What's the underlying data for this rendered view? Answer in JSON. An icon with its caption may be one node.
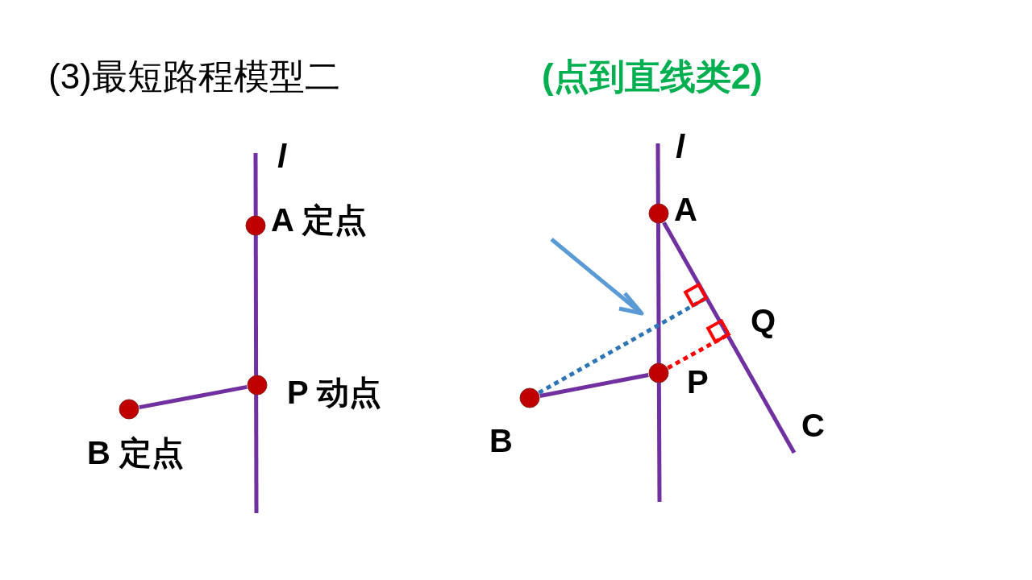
{
  "diagram": {
    "title": "(3)最短路程模型二",
    "nodes": [
      {
        "text": [],
        "shape": "circle",
        "beside": [
          "A 定点"
        ]
      },
      {
        "text": [],
        "shape": "circle",
        "beside": [
          "P 动点"
        ]
      },
      {
        "text": [],
        "shape": "circle",
        "beside": [
          "B 定点"
        ]
      },
      {
        "text": [],
        "shape": "circle",
        "beside": [
          "A"
        ]
      },
      {
        "text": [],
        "shape": "circle",
        "beside": [
          "P"
        ]
      },
      {
        "text": [],
        "shape": "circle",
        "beside": [
          "B"
        ]
      },
      {
        "text": [
          "Q"
        ]
      }
    ],
    "edges": [
      {
        "from": 2,
        "to": 1,
        "arrow": "none"
      },
      {
        "from": 5,
        "to": 4,
        "arrow": "none"
      },
      {
        "from": 3,
        "to": null,
        "arrow": "none"
      },
      {
        "from": 5,
        "to": null,
        "arrow": "other",
        "style": "dashed",
        "color": "#2e75b6"
      },
      {
        "from": 4,
        "to": 6,
        "arrow": "other",
        "style": "dashed",
        "color": "#ff0000"
      }
    ],
    "labels": [
      "(点到直线类2)",
      "l",
      "l",
      "C"
    ]
  }
}
